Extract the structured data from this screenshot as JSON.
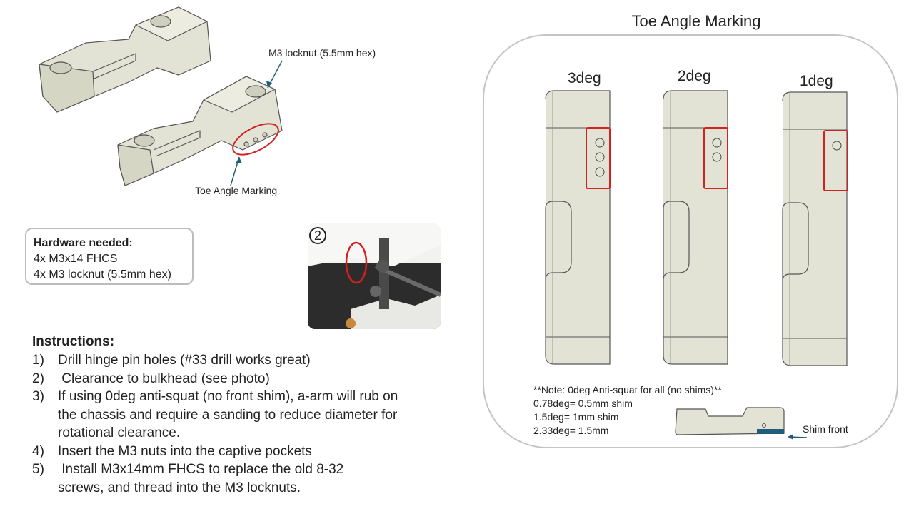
{
  "labels": {
    "locknut_callout": "M3 locknut (5.5mm hex)",
    "toe_marking_callout": "Toe Angle Marking",
    "shim_front": "Shim front"
  },
  "hardware": {
    "title": "Hardware needed:",
    "items": [
      "4x M3x14 FHCS",
      "4x M3 locknut (5.5mm hex)"
    ]
  },
  "photo": {
    "step_badge": "2"
  },
  "instructions": {
    "title": "Instructions:",
    "steps": [
      {
        "num": "1)",
        "text": "Drill hinge pin holes (#33 drill works great)"
      },
      {
        "num": "2)",
        "text": " Clearance to bulkhead (see photo)"
      },
      {
        "num": "3)",
        "text": "If using 0deg anti-squat (no front shim), a-arm will rub on the chassis and require a sanding to reduce diameter for rotational clearance."
      },
      {
        "num": "4)",
        "text": "Insert the M3 nuts into the captive pockets"
      },
      {
        "num": "5)",
        "text": " Install M3x14mm FHCS to replace the old 8-32 screws, and thread into the M3 locknuts."
      }
    ]
  },
  "toe_panel": {
    "title": "Toe Angle Marking",
    "views": [
      {
        "label": "3deg",
        "dots": 3
      },
      {
        "label": "2deg",
        "dots": 2
      },
      {
        "label": "1deg",
        "dots": 1
      }
    ],
    "notes": [
      "**Note: 0deg Anti-squat for all (no shims)**",
      "0.78deg= 0.5mm shim",
      "1.5deg= 1mm shim",
      "2.33deg= 1.5mm"
    ]
  },
  "colors": {
    "part_fill": "#e3e3d5",
    "part_stroke": "#555",
    "highlight": "#d32020",
    "arrow": "#1f5d7a",
    "frame": "#c4c4c4"
  }
}
